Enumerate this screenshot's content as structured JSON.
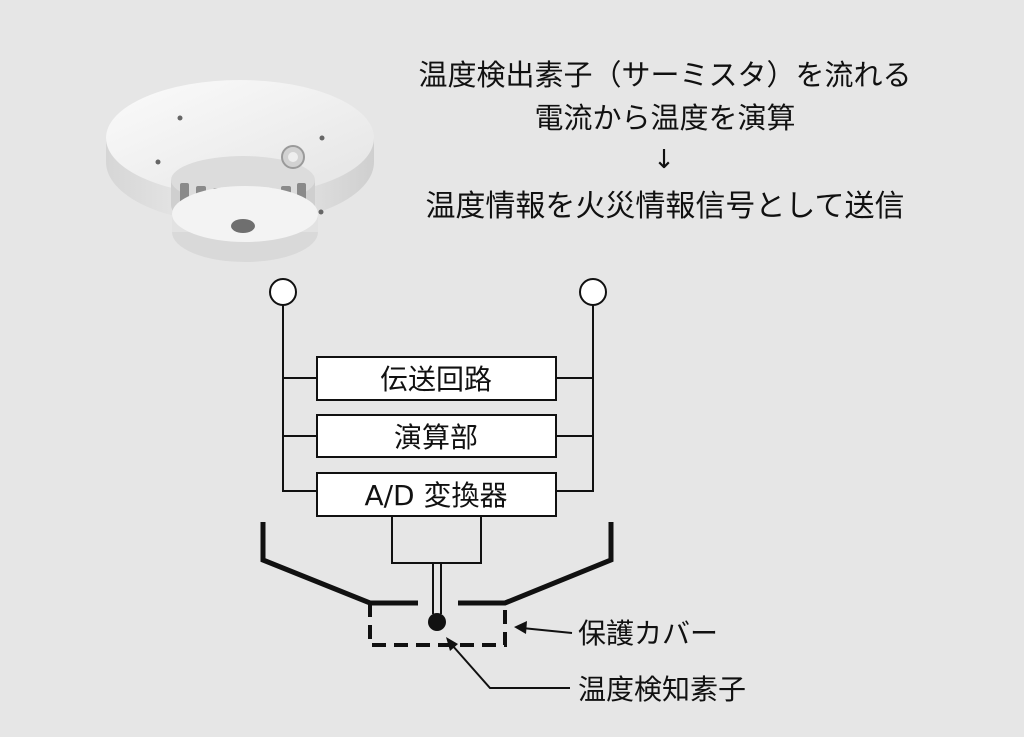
{
  "description": {
    "line1": "温度検出素子（サーミスタ）を流れる",
    "line2": "電流から温度を演算",
    "arrow": "↓",
    "line3": "温度情報を火災情報信号として送信"
  },
  "blocks": {
    "transmission": "伝送回路",
    "arithmetic": "演算部",
    "adc": "A/D 変換器"
  },
  "labels": {
    "cover": "保護カバー",
    "sensor": "温度検知素子"
  },
  "colors": {
    "background": "#e6e6e6",
    "line": "#111111",
    "box_fill": "#ffffff"
  }
}
